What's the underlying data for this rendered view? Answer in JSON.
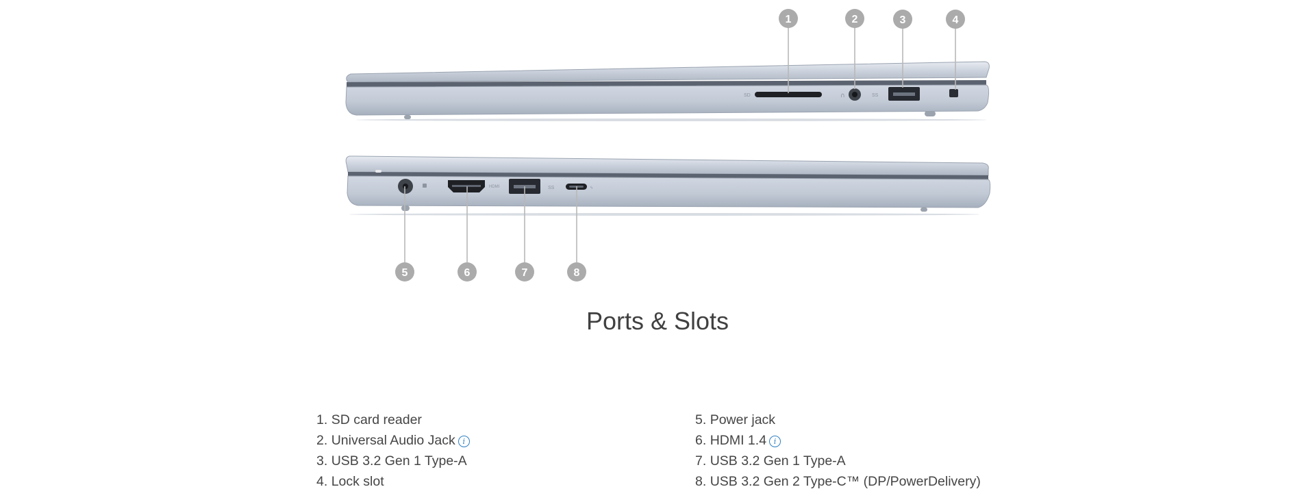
{
  "page": {
    "title": "Ports & Slots"
  },
  "markers": {
    "top": [
      "1",
      "2",
      "3",
      "4"
    ],
    "bottom": [
      "5",
      "6",
      "7",
      "8"
    ]
  },
  "ports": {
    "left_column": [
      {
        "number": "1.",
        "label": "SD card reader",
        "info": false
      },
      {
        "number": "2.",
        "label": "Universal Audio Jack",
        "info": true
      },
      {
        "number": "3.",
        "label": "USB 3.2 Gen 1 Type-A",
        "info": false
      },
      {
        "number": "4.",
        "label": "Lock slot",
        "info": false
      }
    ],
    "right_column": [
      {
        "number": "5.",
        "label": "Power jack",
        "info": false
      },
      {
        "number": "6.",
        "label": "HDMI 1.4",
        "info": true
      },
      {
        "number": "7.",
        "label": "USB 3.2 Gen 1 Type-A",
        "info": false
      },
      {
        "number": "8.",
        "label": "USB 3.2 Gen 2 Type-C™ (DP/PowerDelivery)",
        "info": false
      }
    ]
  },
  "info_icon_glyph": "i",
  "colors": {
    "laptop_body": "#c7cfdb",
    "marker": "#ababab",
    "info_accent": "#2f7fc1",
    "text": "#454545"
  }
}
